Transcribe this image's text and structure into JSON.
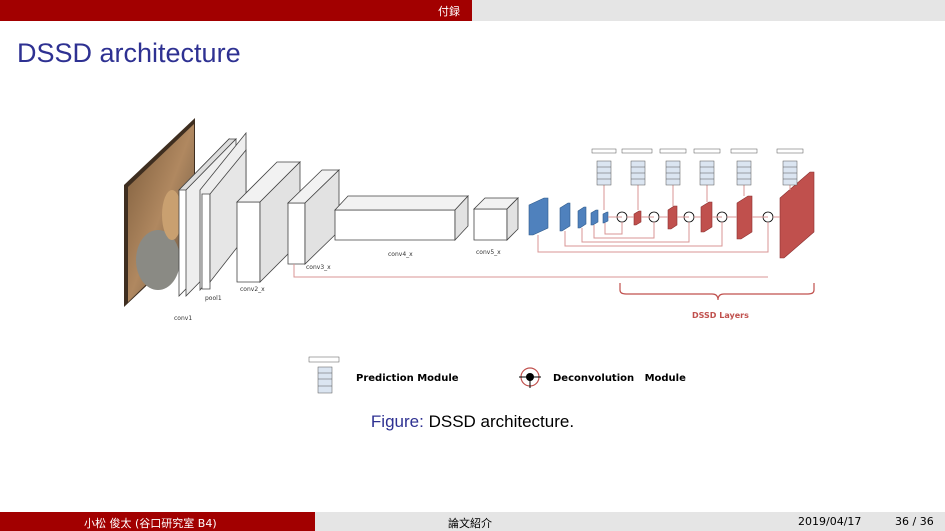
{
  "header": {
    "section": "付録"
  },
  "slide": {
    "title": "DSSD architecture"
  },
  "diagram": {
    "labels": {
      "conv1": "conv1",
      "pool1": "pool1",
      "conv2": "conv2_x",
      "conv3": "conv3_x",
      "conv4": "conv4_x",
      "conv5": "conv5_x",
      "dssd_layers": "DSSD Layers"
    },
    "legend": {
      "prediction": "Prediction Module",
      "deconvolution": "Deconvolution   Module"
    },
    "colors": {
      "blue_block": "#4f81bd",
      "red_block": "#c0504d",
      "line_red": "#d99694"
    }
  },
  "figure": {
    "label": "Figure:",
    "text": "DSSD architecture."
  },
  "footer": {
    "author": "小松 俊太 (谷口研究室 B4)",
    "title": "論文紹介",
    "date": "2019/04/17",
    "page": "36 / 36"
  },
  "colors": {
    "accent": "#a20000",
    "title": "#2e3192"
  }
}
